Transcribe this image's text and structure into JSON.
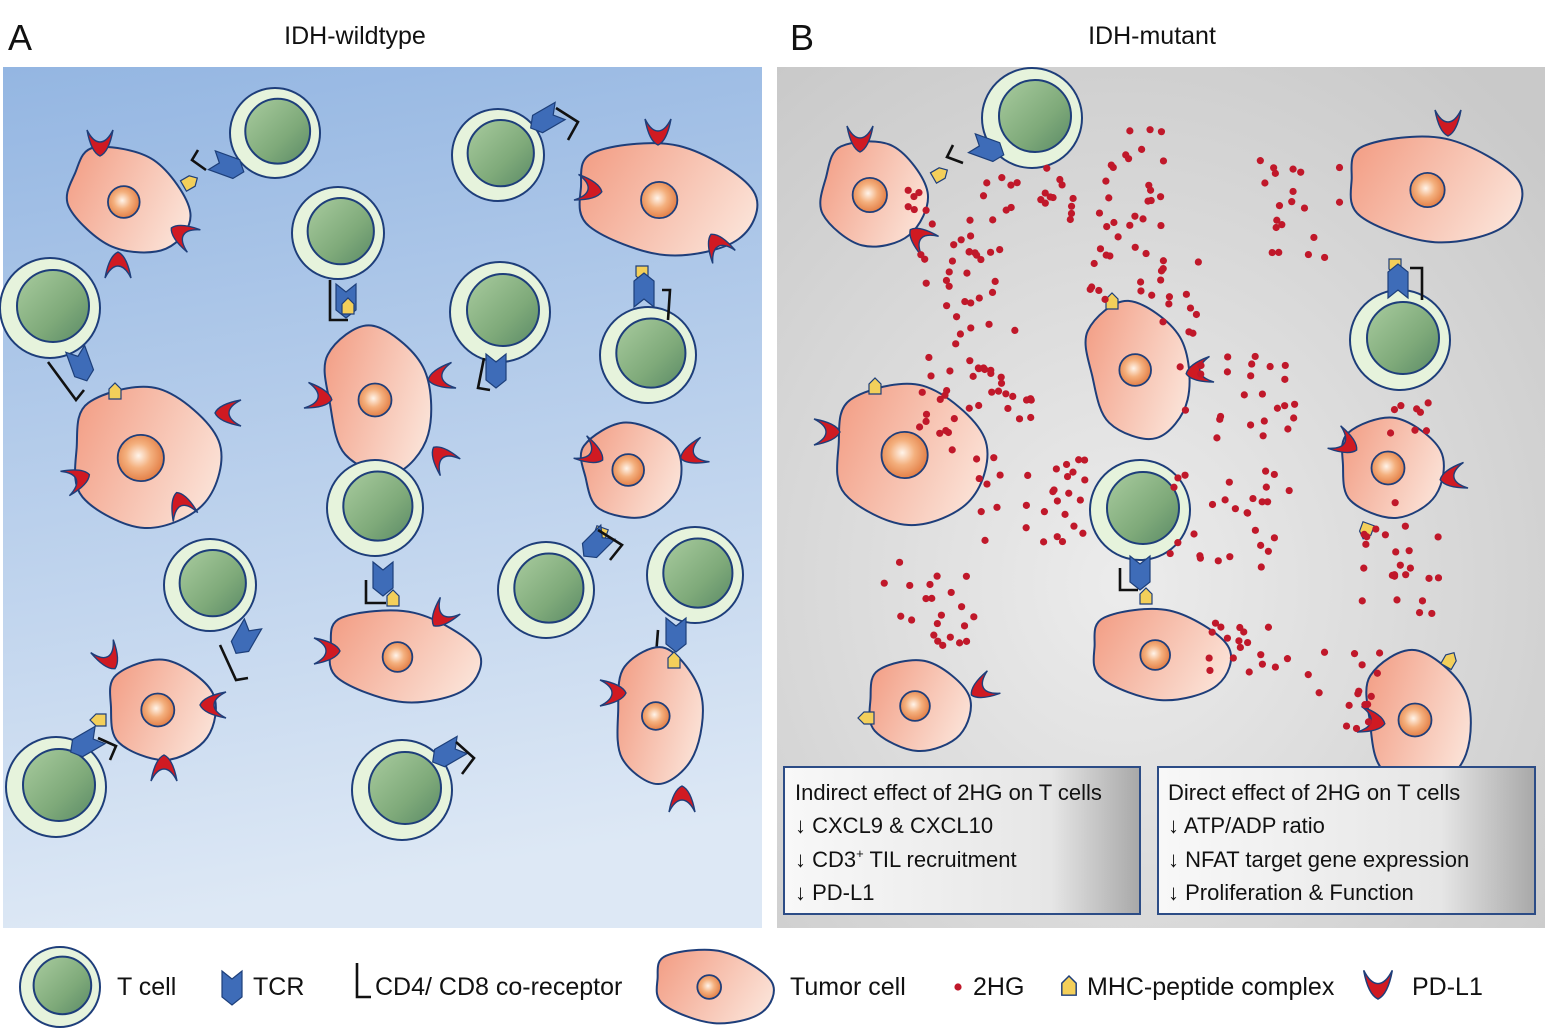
{
  "panels": [
    {
      "letter": "A",
      "title": "IDH-wildtype"
    },
    {
      "letter": "B",
      "title": "IDH-mutant"
    }
  ],
  "boxes": [
    {
      "title": "Indirect effect of 2HG on T cells",
      "items": [
        {
          "arrow": "↓",
          "pre": "CXCL9 & CXCL10",
          "sup": "",
          "post": ""
        },
        {
          "arrow": "↓",
          "pre": "CD3",
          "sup": "+",
          "post": " TIL recruitment"
        },
        {
          "arrow": "↓",
          "pre": "PD-L1",
          "sup": "",
          "post": ""
        }
      ]
    },
    {
      "title": "Direct effect of 2HG on T cells",
      "items": [
        {
          "arrow": "↓",
          "pre": "ATP/ADP ratio",
          "sup": "",
          "post": ""
        },
        {
          "arrow": "↓",
          "pre": "NFAT target gene expression",
          "sup": "",
          "post": ""
        },
        {
          "arrow": "↓",
          "pre": "Proliferation & Function",
          "sup": "",
          "post": ""
        }
      ]
    }
  ],
  "legend": {
    "t_cell": "T cell",
    "tcr": "TCR",
    "coreceptor": "CD4/ CD8 co-receptor",
    "tumor_cell": "Tumor cell",
    "hg": "2HG",
    "mhc": "MHC-peptide complex",
    "pdl1": "PD-L1"
  },
  "colors": {
    "tcell_outer": "#e6f3dc",
    "tcell_nucleus": "#8fb88c",
    "outline": "#1e3e7a",
    "tcr": "#3e6cb8",
    "tumor": "#f2a48c",
    "tumor_nucleus": "#e88a4e",
    "hg_dot": "#c0182a",
    "mhc": "#f3cf5a",
    "pdl1_red": "#d01a22",
    "panel_a_top": "#97b9e4",
    "panel_a_bottom": "#dbe7f5",
    "panel_b": "#d4d4d4"
  }
}
